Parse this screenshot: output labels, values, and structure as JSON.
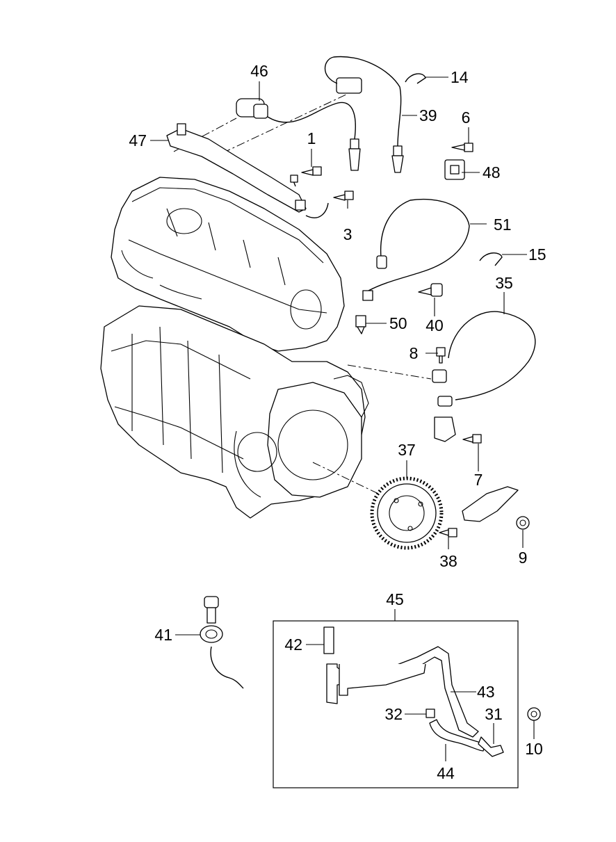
{
  "callouts": {
    "c1": "1",
    "c3": "3",
    "c6": "6",
    "c7": "7",
    "c8": "8",
    "c9": "9",
    "c10": "10",
    "c14": "14",
    "c15": "15",
    "c31": "31",
    "c32": "32",
    "c35": "35",
    "c37": "37",
    "c38": "38",
    "c39": "39",
    "c40": "40",
    "c41": "41",
    "c42": "42",
    "c43": "43",
    "c44": "44",
    "c45": "45",
    "c46": "46",
    "c47": "47",
    "c48": "48",
    "c50": "50",
    "c51": "51"
  }
}
